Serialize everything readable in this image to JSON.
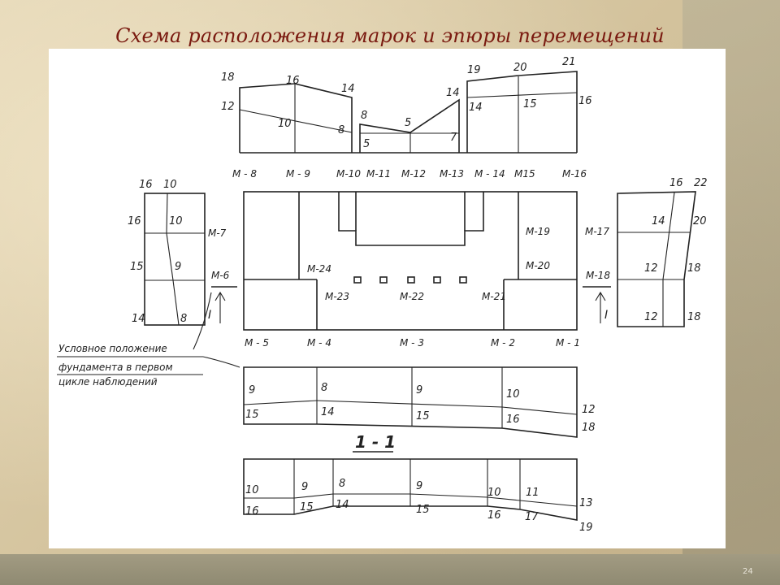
{
  "title": "Схема расположения марок и эпюры перемещений",
  "page_number": "24",
  "marks": {
    "m8": "М - 8",
    "m9": "М - 9",
    "m10": "М-10",
    "m11": "М-11",
    "m12": "М-12",
    "m13": "М-13",
    "m14": "М - 14",
    "m15": "М15",
    "m16": "М-16",
    "m7": "М-7",
    "m6": "М-6",
    "m24": "М-24",
    "m23": "М-23",
    "m22": "М-22",
    "m21": "М-21",
    "m19": "М-19",
    "m20": "М-20",
    "m17": "М-17",
    "m18": "М-18",
    "m5": "М - 5",
    "m4": "М - 4",
    "m3": "М - 3",
    "m2": "М - 2",
    "m1": "М - 1"
  },
  "top_epure": {
    "n18": "18",
    "n16": "16",
    "n14": "14",
    "n12": "12",
    "n10": "10",
    "n8a": "8",
    "n8b": "8",
    "n5a": "5",
    "n5b": "5",
    "n14b": "14",
    "n7": "7",
    "n19": "19",
    "n20": "20",
    "n21": "21",
    "n14c": "14",
    "n15": "15",
    "n16b": "16"
  },
  "left_epure": {
    "n16": "16",
    "n10": "10",
    "n16b": "16",
    "n10b": "10",
    "n15": "15",
    "n9": "9",
    "n14": "14",
    "n8": "8"
  },
  "right_epure": {
    "n16": "16",
    "n22": "22",
    "n14": "14",
    "n20": "20",
    "n12a": "12",
    "n18a": "18",
    "n12b": "12",
    "n18b": "18"
  },
  "bottom_epure_1": {
    "a9": "9",
    "a8": "8",
    "a9b": "9",
    "a10": "10",
    "a12": "12",
    "b15": "15",
    "b14": "14",
    "b15b": "15",
    "b16": "16",
    "b18": "18"
  },
  "section_label": "1 - 1",
  "bottom_epure_2": {
    "a10": "10",
    "a9": "9",
    "a8": "8",
    "a9b": "9",
    "a10b": "10",
    "a11": "11",
    "a13": "13",
    "b16": "16",
    "b15": "15",
    "b14": "14",
    "b15b": "15",
    "b16b": "16",
    "b17": "17",
    "b19": "19"
  },
  "note": [
    "Условное положение",
    "фундамента в первом",
    "цикле наблюдений"
  ],
  "arrow_labels": {
    "left": "I",
    "right": "I"
  }
}
